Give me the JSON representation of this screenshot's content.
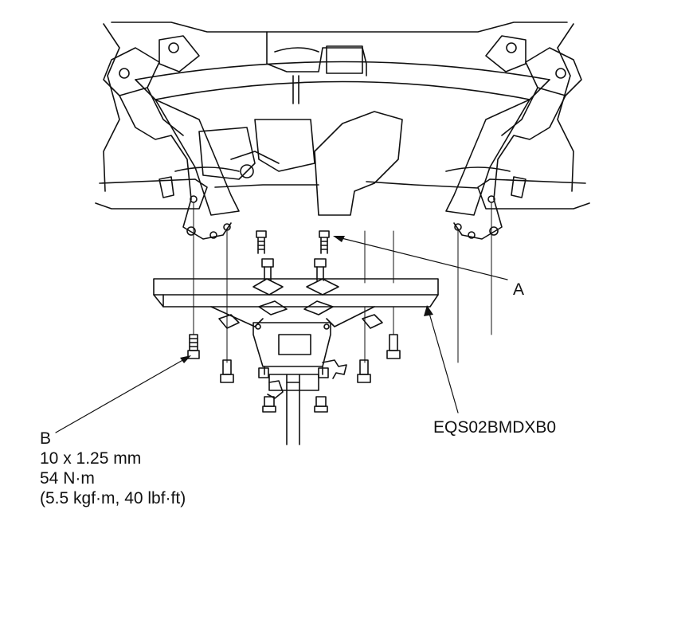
{
  "callouts": {
    "a": "A",
    "b": "B"
  },
  "figure_code": "EQS02BMDXB0",
  "bolt_spec": {
    "size": "10 x 1.25 mm",
    "torque_nm": "54 N·m",
    "torque_alt": "(5.5 kgf·m, 40 lbf·ft)"
  },
  "colors": {
    "line": "#111111",
    "background": "#ffffff"
  }
}
